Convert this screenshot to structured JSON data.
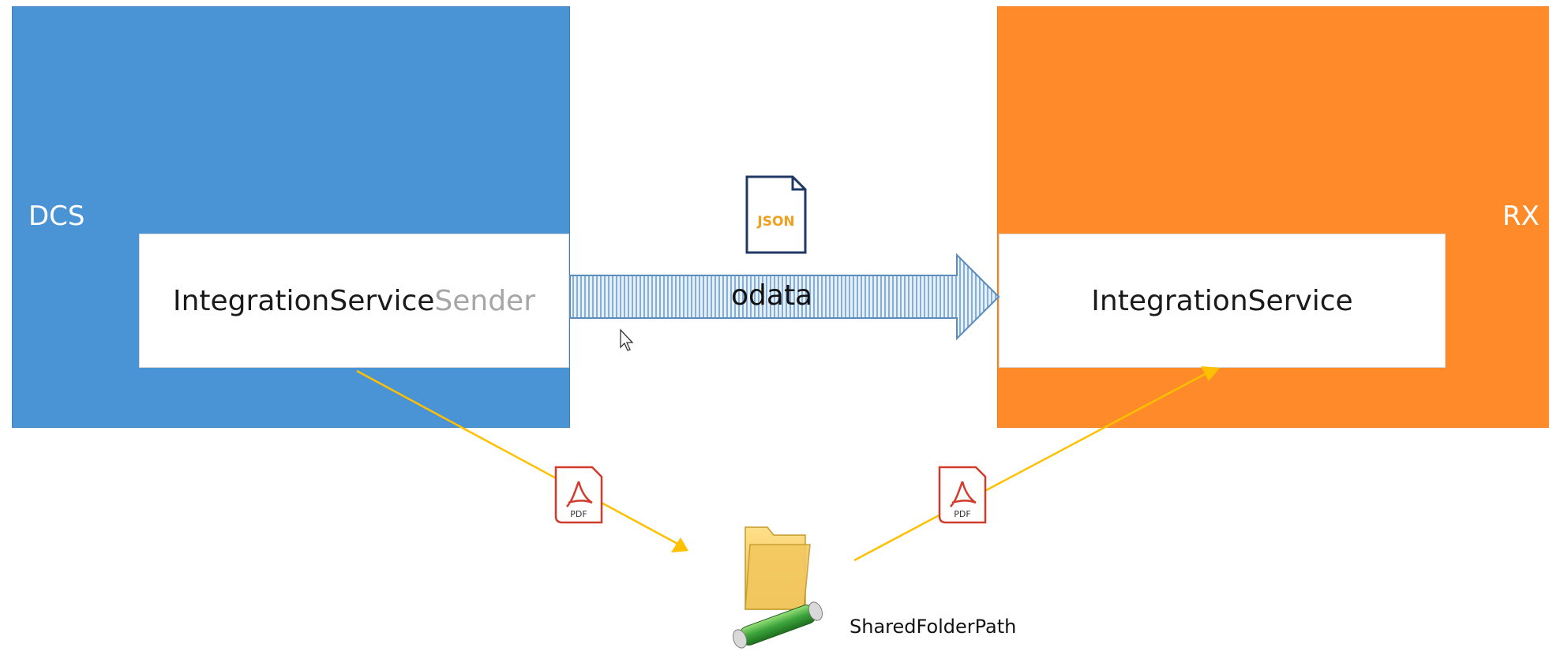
{
  "systems": {
    "left": {
      "label": "DCS",
      "color": "#4a94d6"
    },
    "right": {
      "label": "RX",
      "color": "#ff8a2a"
    }
  },
  "services": {
    "sender": {
      "main": "IntegrationService",
      "suffix": "Sender"
    },
    "receiver": {
      "main": "IntegrationService"
    }
  },
  "connection": {
    "label": "odata",
    "payload_icon": "json-file-icon",
    "payload_text": "JSON"
  },
  "shared_folder": {
    "label": "SharedFolderPath",
    "icon": "shared-folder-icon",
    "file_icon": "pdf-file-icon",
    "file_text": "PDF",
    "flow_color": "#ffc000"
  }
}
